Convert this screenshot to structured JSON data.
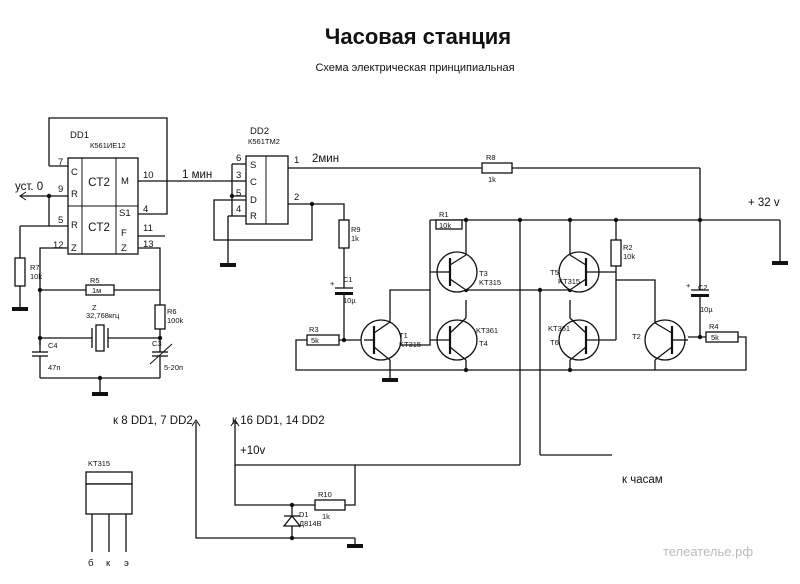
{
  "title": "Часовая станция",
  "subtitle": "Схема электрическая принципиальная",
  "watermark": "телеателье.рф",
  "dd1": {
    "ref": "DD1",
    "part": "К561ИЕ12",
    "block_top": "CT2",
    "block_bottom": "CT2",
    "pins_left": [
      "7",
      "9",
      "5",
      "12"
    ],
    "pins_right": [
      "10",
      "4",
      "11",
      "13"
    ],
    "in_c": "C",
    "in_r1": "R",
    "in_r2": "R",
    "in_z": "Z",
    "out_m": "M",
    "out_s1": "S1",
    "out_f": "F",
    "out_z": "Z"
  },
  "dd2": {
    "ref": "DD2",
    "part": "К561ТМ2",
    "pins_left": [
      "6",
      "3",
      "5",
      "4"
    ],
    "pins_right": [
      "1",
      "2"
    ],
    "in_s": "S",
    "in_c": "C",
    "in_d": "D",
    "in_r": "R"
  },
  "signals": {
    "reset": "уст. 0",
    "one_min": "1 мин",
    "two_min": "2мин",
    "supply32": "+ 32 v",
    "supply10": "+10v",
    "to_clock": "к часам",
    "to_pins_a": "к 8 DD1, 7 DD2",
    "to_pins_b": "к 16 DD1, 14 DD2"
  },
  "resistors": [
    {
      "ref": "R1",
      "value": "10k"
    },
    {
      "ref": "R2",
      "value": "10k"
    },
    {
      "ref": "R3",
      "value": "5k"
    },
    {
      "ref": "R4",
      "value": "5k"
    },
    {
      "ref": "R5",
      "value": "1м"
    },
    {
      "ref": "R6",
      "value": "100k"
    },
    {
      "ref": "R7",
      "value": "10k"
    },
    {
      "ref": "R8",
      "value": "1k"
    },
    {
      "ref": "R9",
      "value": "1k"
    },
    {
      "ref": "R10",
      "value": "1k"
    }
  ],
  "capacitors": [
    {
      "ref": "C1",
      "value": "10µ"
    },
    {
      "ref": "C2",
      "value": "10µ"
    },
    {
      "ref": "C3",
      "value": "5-20п"
    },
    {
      "ref": "C4",
      "value": "47п"
    }
  ],
  "crystal": {
    "ref": "Z",
    "value": "32,768кгц"
  },
  "diode": {
    "ref": "D1",
    "part": "Д814В"
  },
  "transistors": [
    {
      "ref": "T1",
      "type": "KT315"
    },
    {
      "ref": "T2",
      "type": ""
    },
    {
      "ref": "T3",
      "type": "KT315"
    },
    {
      "ref": "T4",
      "type": "KT361"
    },
    {
      "ref": "T5",
      "type": "KT315"
    },
    {
      "ref": "T6",
      "type": "KT361"
    }
  ],
  "package": {
    "name": "KT315",
    "pins": [
      "б",
      "к",
      "э"
    ]
  }
}
